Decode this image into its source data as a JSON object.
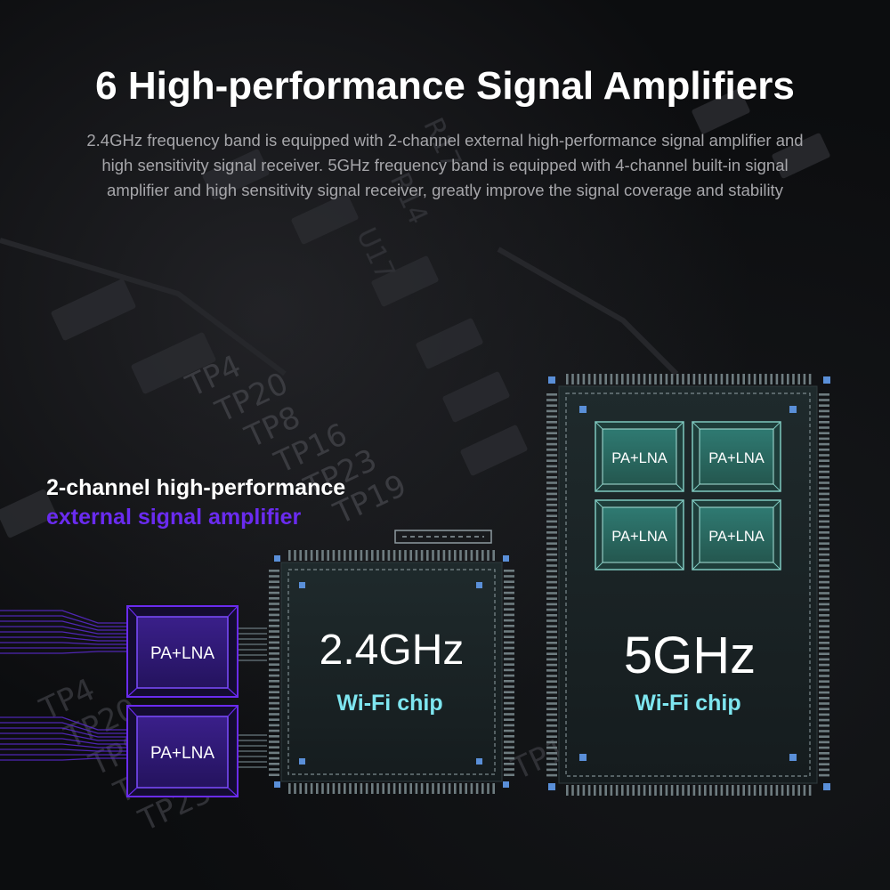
{
  "headline": "6 High-performance Signal Amplifiers",
  "description": "2.4GHz frequency band is equipped with 2-channel external high-performance signal amplifier and high sensitivity signal receiver. 5GHz frequency band is equipped with 4-channel built-in signal amplifier and high sensitivity signal receiver, greatly improve the signal coverage and stability",
  "callout": {
    "line1": "2-channel high-performance",
    "line2": "external signal amplifier"
  },
  "external_amps": [
    {
      "label": "PA+LNA"
    },
    {
      "label": "PA+LNA"
    }
  ],
  "chip_24": {
    "band": "2.4GHz",
    "caption": "Wi-Fi chip"
  },
  "chip_5": {
    "band": "5GHz",
    "caption": "Wi-Fi chip"
  },
  "internal_amps": [
    {
      "label": "PA+LNA"
    },
    {
      "label": "PA+LNA"
    },
    {
      "label": "PA+LNA"
    },
    {
      "label": "PA+LNA"
    }
  ],
  "pcb_markings": {
    "upper": [
      "TP4",
      "TP20",
      "TP8",
      "TP16",
      "TP23",
      "TP19"
    ],
    "lower": [
      "TP4",
      "TP20",
      "TP8",
      "TP16",
      "TP23"
    ],
    "right": "TP19",
    "top": [
      "R17",
      "R14",
      "U17"
    ]
  },
  "colors": {
    "background": "#0c0d0f",
    "headline": "#ffffff",
    "description": "#a6a6aa",
    "accent_purple": "#6a2bf0",
    "chip_caption": "#7ee6f0",
    "chip_body": "#1c2426",
    "internal_amp": "#2d6b64"
  }
}
